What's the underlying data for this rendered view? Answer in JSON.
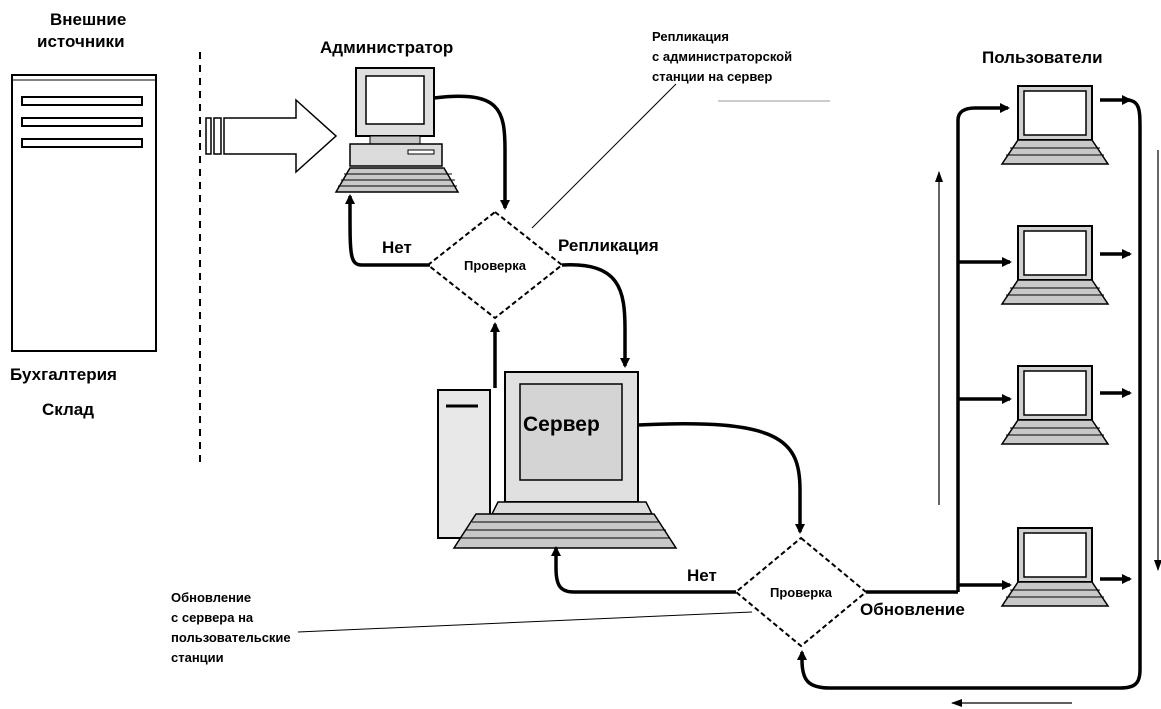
{
  "sources": {
    "title_line1": "Внешние",
    "title_line2": "источники",
    "item1": "Бухгалтерия",
    "item2": "Склад"
  },
  "admin": {
    "label": "Администратор"
  },
  "replication_note": {
    "line1": "Репликация",
    "line2": "с администраторской",
    "line3": "станции на сервер"
  },
  "users": {
    "label": "Пользователи"
  },
  "check_top": {
    "label": "Проверка",
    "no_label": "Нет",
    "yes_label": "Репликация"
  },
  "server": {
    "label": "Сервер"
  },
  "check_bottom": {
    "label": "Проверка",
    "no_label": "Нет",
    "yes_label": "Обновление"
  },
  "update_note": {
    "line1": "Обновление",
    "line2": "с сервера на",
    "line3": "пользовательские",
    "line4": "станции"
  },
  "colors": {
    "line": "#000000",
    "fill_gray": "#c8c8c8",
    "screen": "#d4d4d4",
    "background": "#ffffff"
  }
}
